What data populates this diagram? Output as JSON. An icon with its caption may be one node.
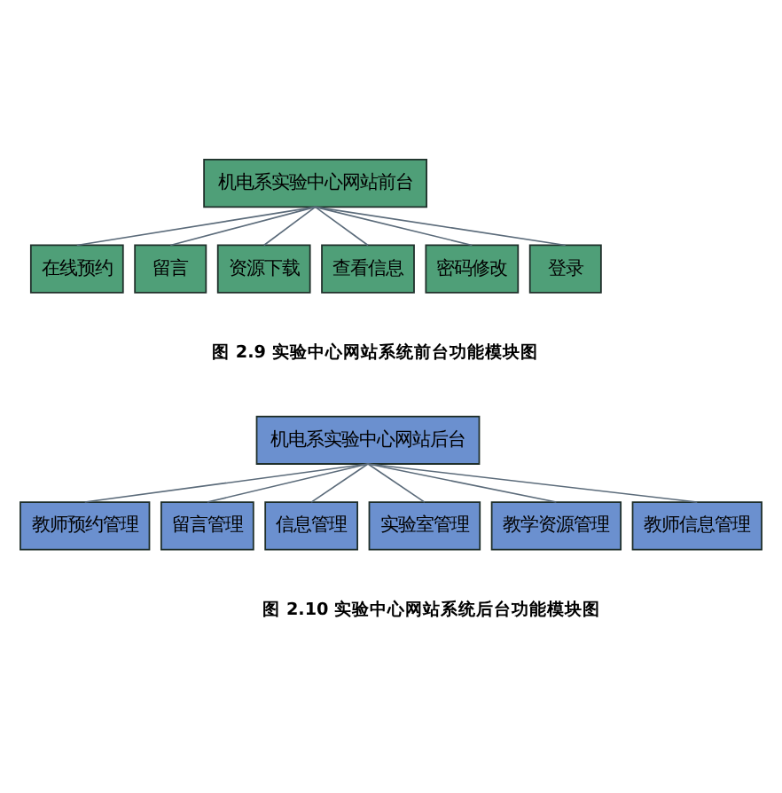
{
  "diagram": {
    "nodes": [
      {
        "text": [
          "机电系实验中心网站前台"
        ]
      },
      {
        "text": [
          "在线预约"
        ]
      },
      {
        "text": [
          "留言"
        ]
      },
      {
        "text": [
          "资源下载"
        ]
      },
      {
        "text": [
          "查看信息"
        ]
      },
      {
        "text": [
          "密码修改"
        ]
      },
      {
        "text": [
          "登录"
        ]
      },
      {
        "text": [
          "机电系实验中心网站后台"
        ]
      },
      {
        "text": [
          "教师预约管理"
        ]
      },
      {
        "text": [
          "留言管理"
        ]
      },
      {
        "text": [
          "信息管理"
        ]
      },
      {
        "text": [
          "实验室管理"
        ]
      },
      {
        "text": [
          "教学资源管理"
        ]
      },
      {
        "text": [
          "教师信息管理"
        ]
      }
    ],
    "edges": [
      {
        "from": 0,
        "to": 1,
        "arrow": "none"
      },
      {
        "from": 0,
        "to": 2,
        "arrow": "none"
      },
      {
        "from": 0,
        "to": 3,
        "arrow": "none"
      },
      {
        "from": 0,
        "to": 4,
        "arrow": "none"
      },
      {
        "from": 0,
        "to": 5,
        "arrow": "none"
      },
      {
        "from": 0,
        "to": 6,
        "arrow": "none"
      },
      {
        "from": 7,
        "to": 8,
        "arrow": "none"
      },
      {
        "from": 7,
        "to": 9,
        "arrow": "none"
      },
      {
        "from": 7,
        "to": 10,
        "arrow": "none"
      },
      {
        "from": 7,
        "to": 11,
        "arrow": "none"
      },
      {
        "from": 7,
        "to": 12,
        "arrow": "none"
      },
      {
        "from": 7,
        "to": 13,
        "arrow": "none"
      }
    ],
    "labels": [
      "图 2.9 实验中心网站系统前台功能模块图",
      "图 2.10 实验中心网站系统后台功能模块图"
    ]
  }
}
